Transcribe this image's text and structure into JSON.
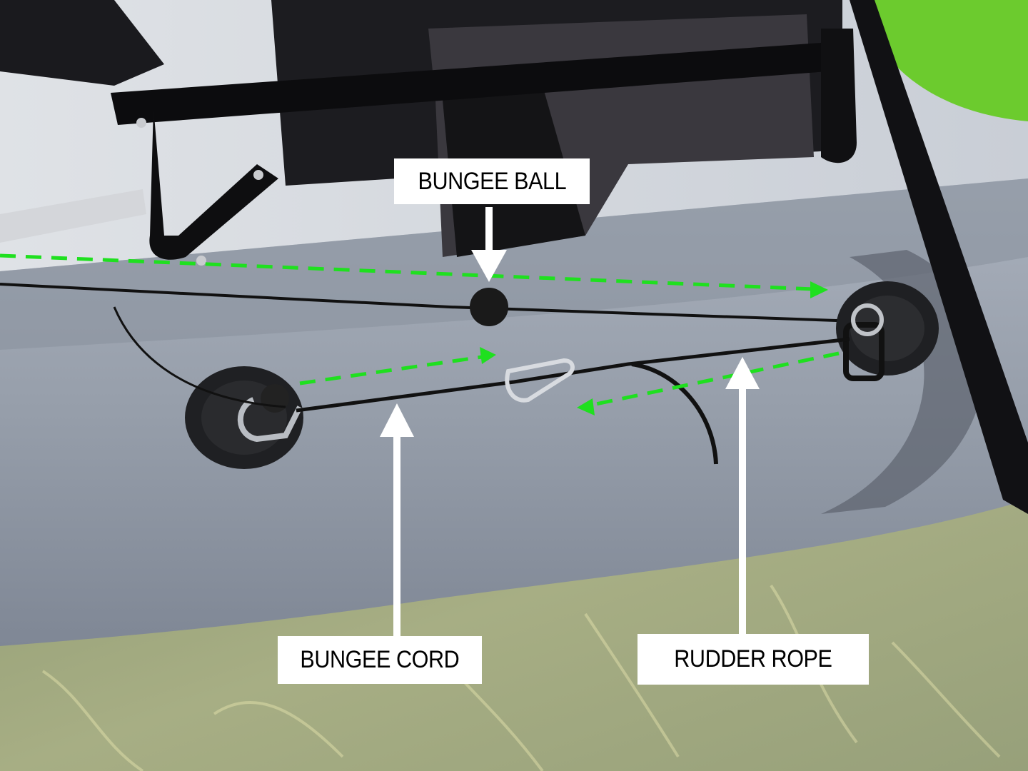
{
  "image": {
    "description": "Annotated photo of an inflatable boat tube showing bungee and rudder rope rigging over clear shallow water",
    "colors": {
      "annotation_arrow": "#ffffff",
      "guide_dash": "#1fe01f",
      "tube": "#9aa1ad",
      "water": "#9aa47a",
      "label_bg": "#ffffff",
      "label_text": "#000000",
      "seat_fabric": "#1e1e22",
      "paddle_blade": "#6ccb2e"
    }
  },
  "labels": {
    "bungee_ball": "BUNGEE BALL",
    "bungee_cord": "BUNGEE CORD",
    "rudder_rope": "RUDDER ROPE"
  }
}
